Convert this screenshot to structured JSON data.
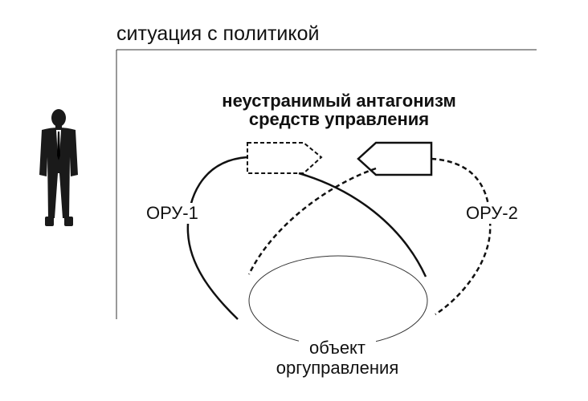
{
  "header": {
    "title": "ситуация с политикой"
  },
  "diagram": {
    "antagonism_line1": "неустранимый антагонизм",
    "antagonism_line2": "средств управления",
    "oru1_label": "ОРУ-1",
    "oru2_label": "ОРУ-2",
    "object_line1": "объект",
    "object_line2": "оргуправления"
  },
  "colors": {
    "ink": "#111111",
    "background": "#ffffff"
  },
  "icons": {
    "person": "person-in-suit-icon"
  }
}
